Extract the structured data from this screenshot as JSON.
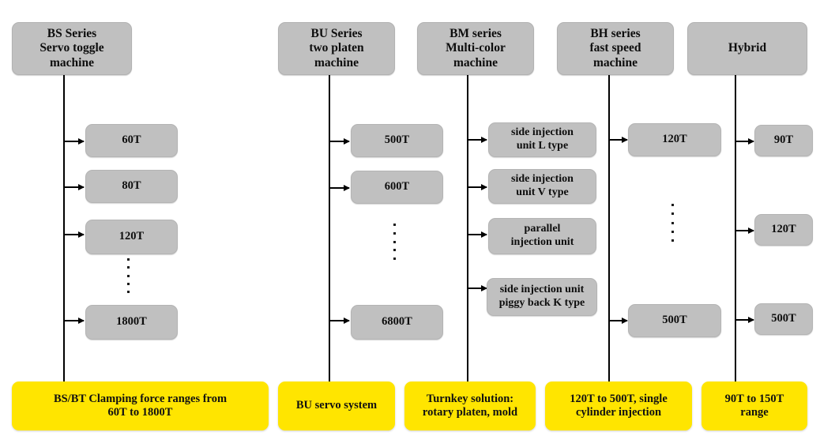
{
  "diagram": {
    "type": "product-family-tree",
    "background_color": "#ffffff",
    "node_color": "#c0c0c0",
    "summary_color": "#ffe500",
    "line_color": "#000000",
    "columns": [
      {
        "id": "bs",
        "header": "BS Series\nServo toggle\nmachine",
        "header_lines": [
          "BS Series",
          "Servo toggle",
          "machine"
        ],
        "items": [
          "60T",
          "80T",
          "120T",
          "1800T"
        ],
        "has_ellipsis": true,
        "ellipsis_after": "120T",
        "summary": "BS/BT Clamping force ranges from\n60T to 1800T",
        "summary_lines": [
          "BS/BT Clamping force ranges from",
          "60T to 1800T"
        ]
      },
      {
        "id": "bu",
        "header": "BU Series\ntwo platen\nmachine",
        "header_lines": [
          "BU Series",
          "two platen",
          "machine"
        ],
        "items": [
          "500T",
          "600T",
          "6800T"
        ],
        "has_ellipsis": true,
        "ellipsis_after": "600T",
        "summary": "BU servo system",
        "summary_lines": [
          "BU servo system"
        ]
      },
      {
        "id": "bm",
        "header": "BM series\nMulti-color\nmachine",
        "header_lines": [
          "BM series",
          "Multi-color",
          "machine"
        ],
        "items": [
          "side injection\nunit L type",
          "side injection\nunit V type",
          "parallel\ninjection unit",
          "side injection unit\npiggy back K type"
        ],
        "has_ellipsis": false,
        "summary": "Turnkey solution:\nrotary platen, mold",
        "summary_lines": [
          "Turnkey solution:",
          "rotary platen, mold"
        ]
      },
      {
        "id": "bh",
        "header": "BH series\nfast speed\nmachine",
        "header_lines": [
          "BH series",
          "fast speed",
          "machine"
        ],
        "items": [
          "120T",
          "500T"
        ],
        "has_ellipsis": true,
        "ellipsis_after": "120T",
        "summary": "120T to 500T, single\ncylinder  injection",
        "summary_lines": [
          "120T to 500T, single",
          "cylinder  injection"
        ]
      },
      {
        "id": "hybrid",
        "header": "Hybrid",
        "header_lines": [
          "Hybrid"
        ],
        "items": [
          "90T",
          "120T",
          "500T"
        ],
        "has_ellipsis": false,
        "summary": "90T to 150T\nrange",
        "summary_lines": [
          "90T to 150T",
          "range"
        ]
      }
    ]
  },
  "nodes": {
    "bs_header": "BS Series\nServo toggle\nmachine",
    "bu_header": "BU Series\ntwo platen\nmachine",
    "bm_header": "BM series\nMulti-color\nmachine",
    "bh_header": "BH series\nfast speed\nmachine",
    "hybrid_header": "Hybrid",
    "bs_item_1": "60T",
    "bs_item_2": "80T",
    "bs_item_3": "120T",
    "bs_item_4": "1800T",
    "bu_item_1": "500T",
    "bu_item_2": "600T",
    "bu_item_3": "6800T",
    "bm_item_1": "side injection\nunit L type",
    "bm_item_2": "side injection\nunit V type",
    "bm_item_3": "parallel\ninjection unit",
    "bm_item_4": "side injection unit\npiggy back K type",
    "bh_item_1": "120T",
    "bh_item_2": "500T",
    "hybrid_item_1": "90T",
    "hybrid_item_2": "120T",
    "hybrid_item_3": "500T",
    "bs_summary": "BS/BT Clamping force ranges from\n60T to 1800T",
    "bu_summary": "BU servo system",
    "bm_summary": "Turnkey solution:\nrotary platen, mold",
    "bh_summary": "120T to 500T, single\ncylinder  injection",
    "hybrid_summary": "90T to 150T\nrange"
  }
}
